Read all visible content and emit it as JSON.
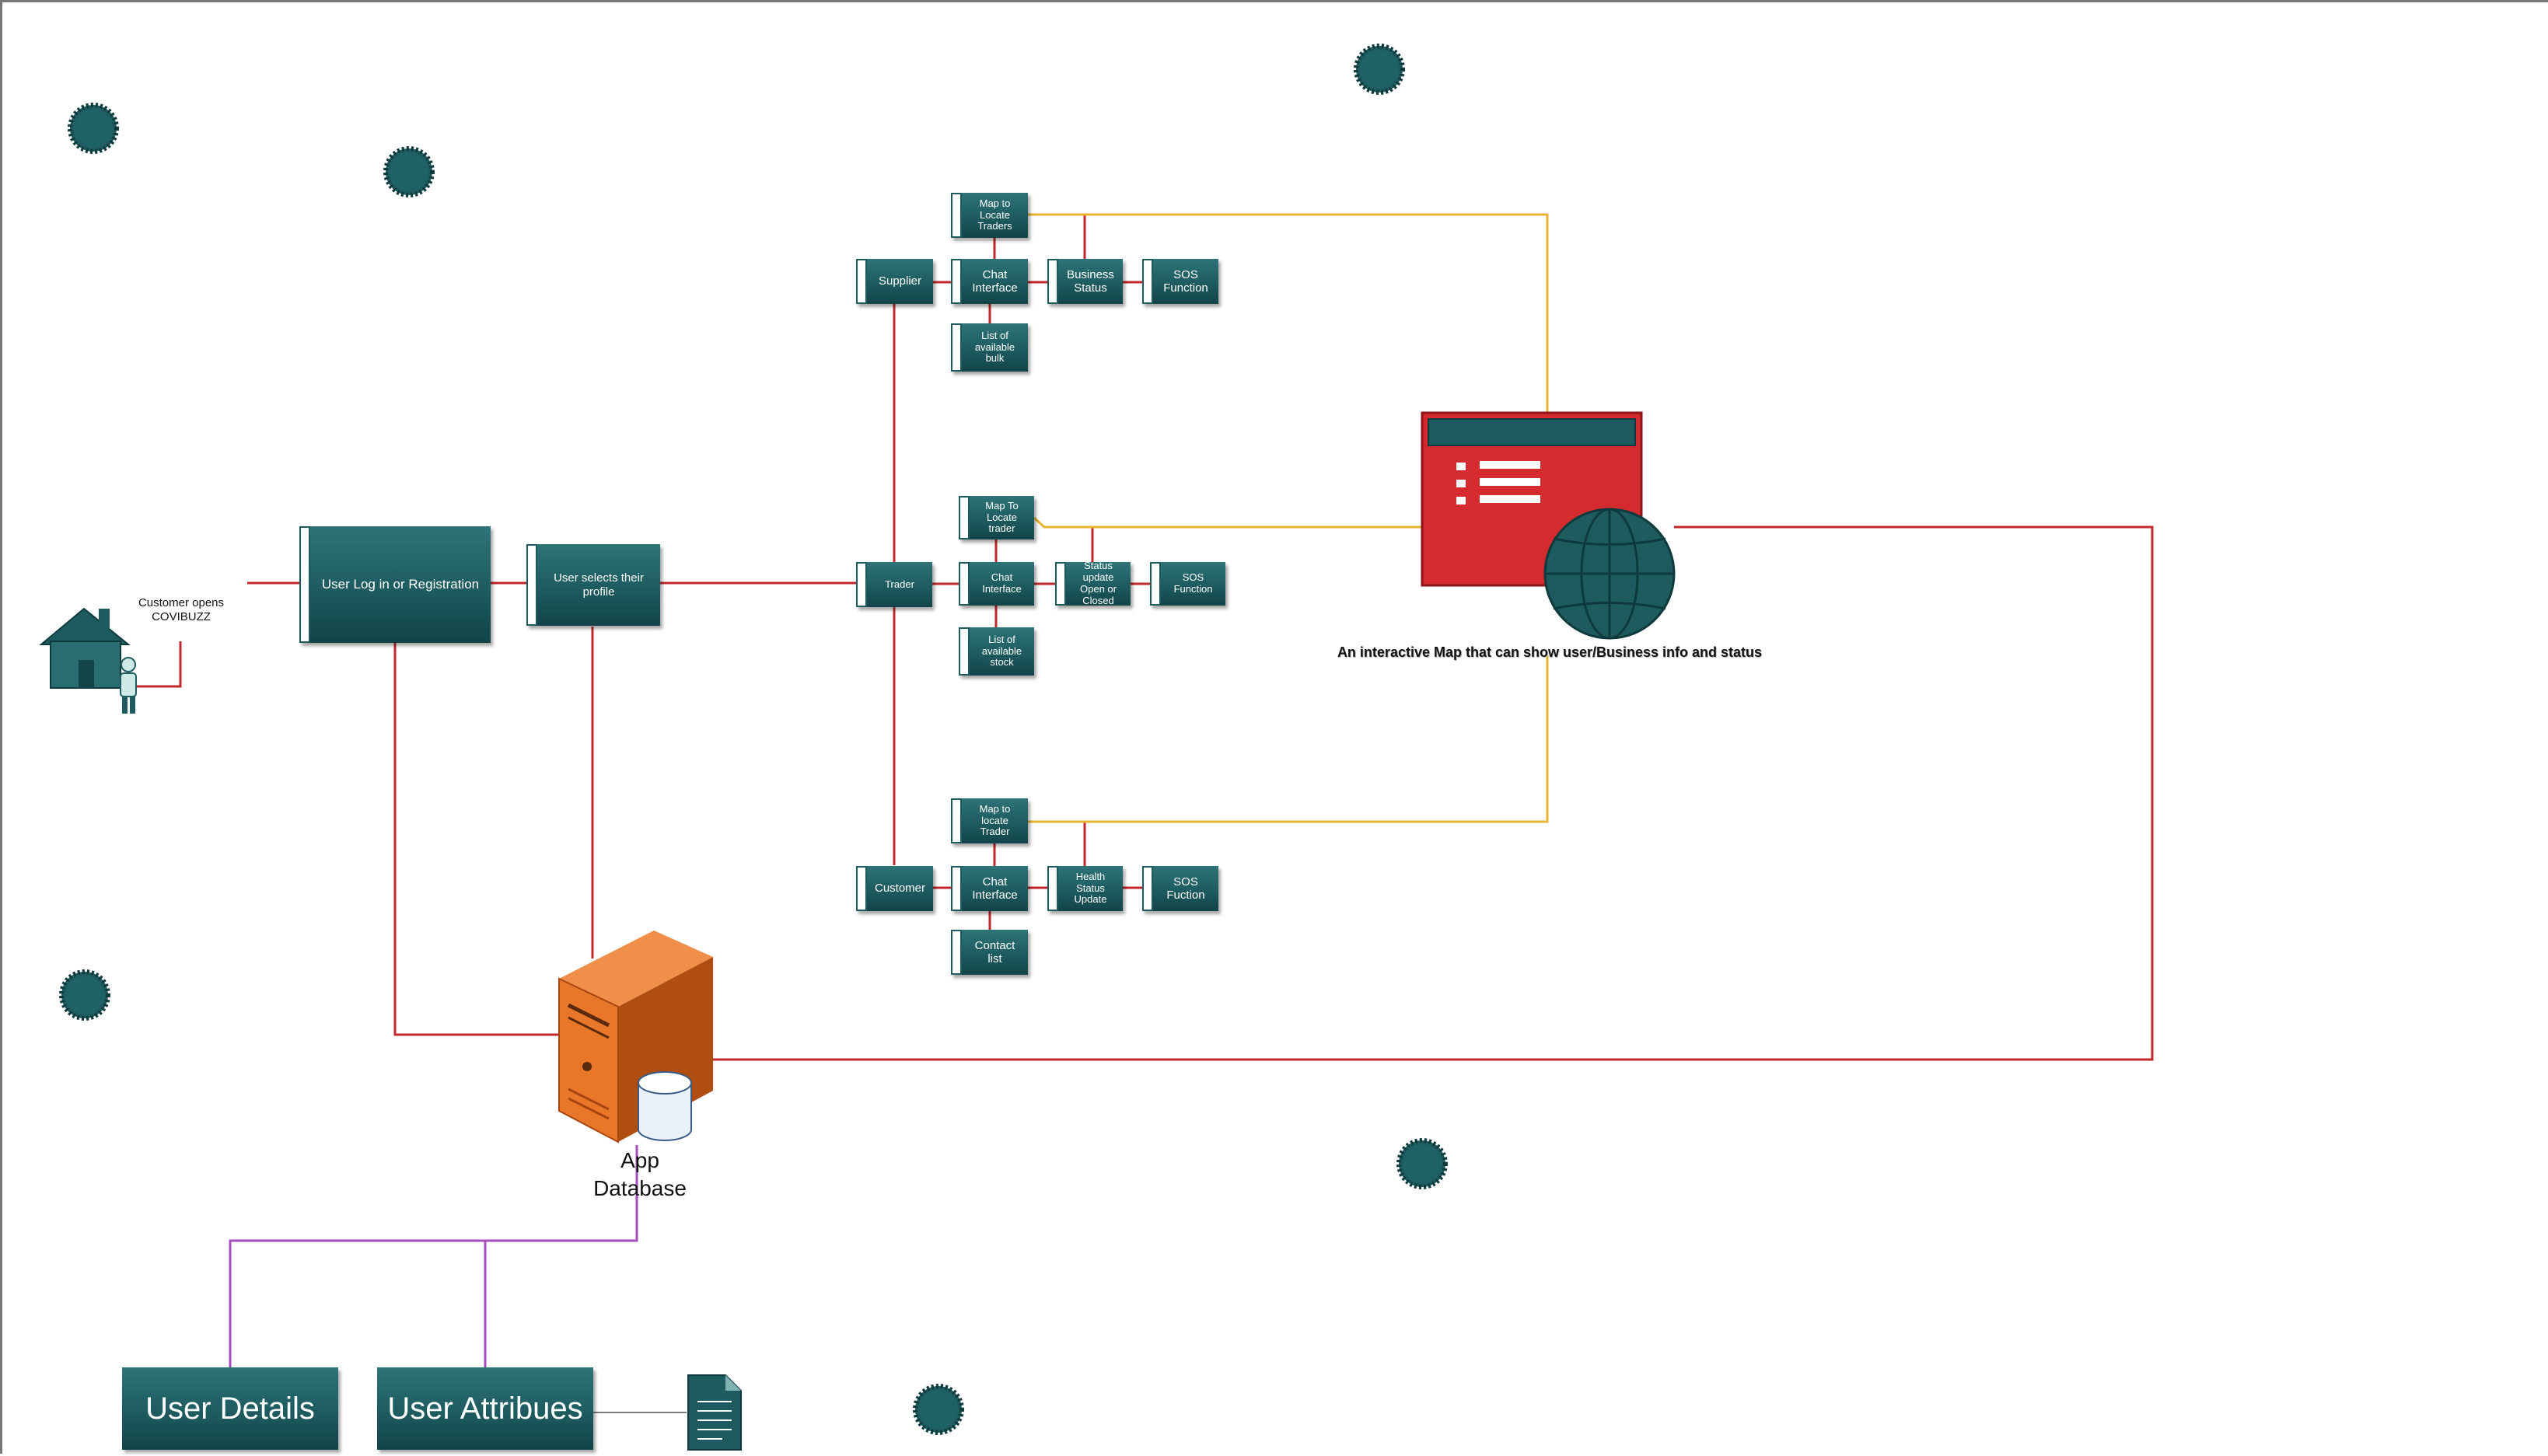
{
  "start": {
    "caption": "Customer opens COVIBUZZ"
  },
  "main_flow": {
    "login": "User Log in or Registration",
    "profile": "User selects their profile"
  },
  "supplier": {
    "role": "Supplier",
    "map": "Map to Locate Traders",
    "chat": "Chat Interface",
    "status": "Business Status",
    "sos": "SOS Function",
    "list": "List of available bulk"
  },
  "trader": {
    "role": "Trader",
    "map": "Map To Locate trader",
    "chat": "Chat Interface",
    "status": "Status update Open or Closed",
    "sos": "SOS Function",
    "list": "List of available stock"
  },
  "customer": {
    "role": "Customer",
    "map": "Map to locate Trader",
    "chat": "Chat Interface",
    "status": "Health Status Update",
    "sos": "SOS Fuction",
    "list": "Contact list"
  },
  "map_panel": {
    "caption": "An interactive Map that can show user/Business info and status"
  },
  "database": {
    "label": "App Database"
  },
  "data_tables": {
    "user_details": "User Details",
    "user_attributes": "User Attribues"
  },
  "colors": {
    "node": "#1d5b5f",
    "red_connector": "#c0282d",
    "yellow_connector": "#e8b32f",
    "purple_connector": "#a34dbf",
    "server": "#e8772a",
    "map_panel": "#d62b2e"
  },
  "icons": [
    "house-icon",
    "person-icon",
    "gear-icon",
    "server-icon",
    "database-cylinder-icon",
    "map-list-icon",
    "globe-icon",
    "document-icon"
  ]
}
